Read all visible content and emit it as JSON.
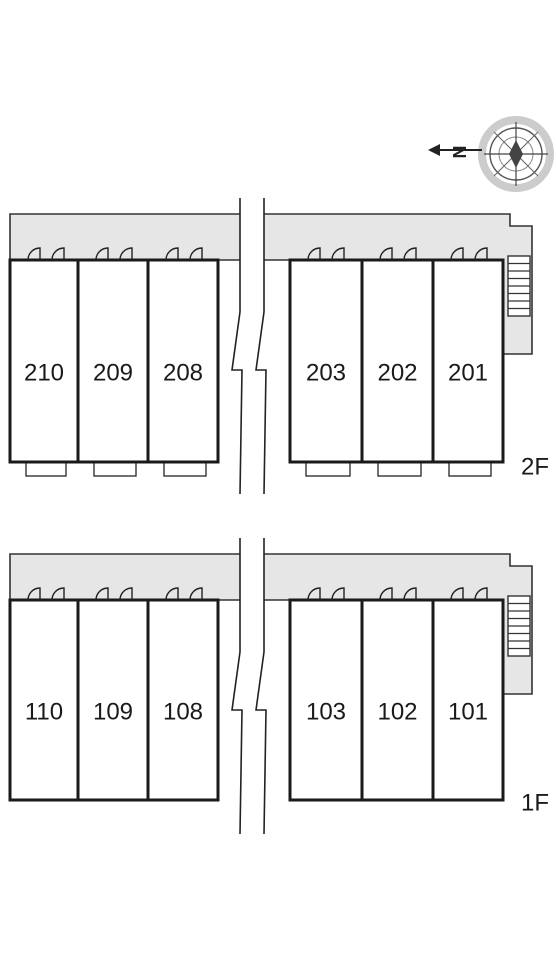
{
  "compass": {
    "letter": "N",
    "icon": "compass-rose-icon",
    "direction": "left"
  },
  "floors": [
    {
      "id": "2F",
      "label": "2F",
      "units": [
        "210",
        "209",
        "208",
        "203",
        "202",
        "201"
      ]
    },
    {
      "id": "1F",
      "label": "1F",
      "units": [
        "110",
        "109",
        "108",
        "103",
        "102",
        "101"
      ]
    }
  ],
  "colors": {
    "corridor": "#e6e6e6",
    "walls": "#1a1a1a"
  }
}
